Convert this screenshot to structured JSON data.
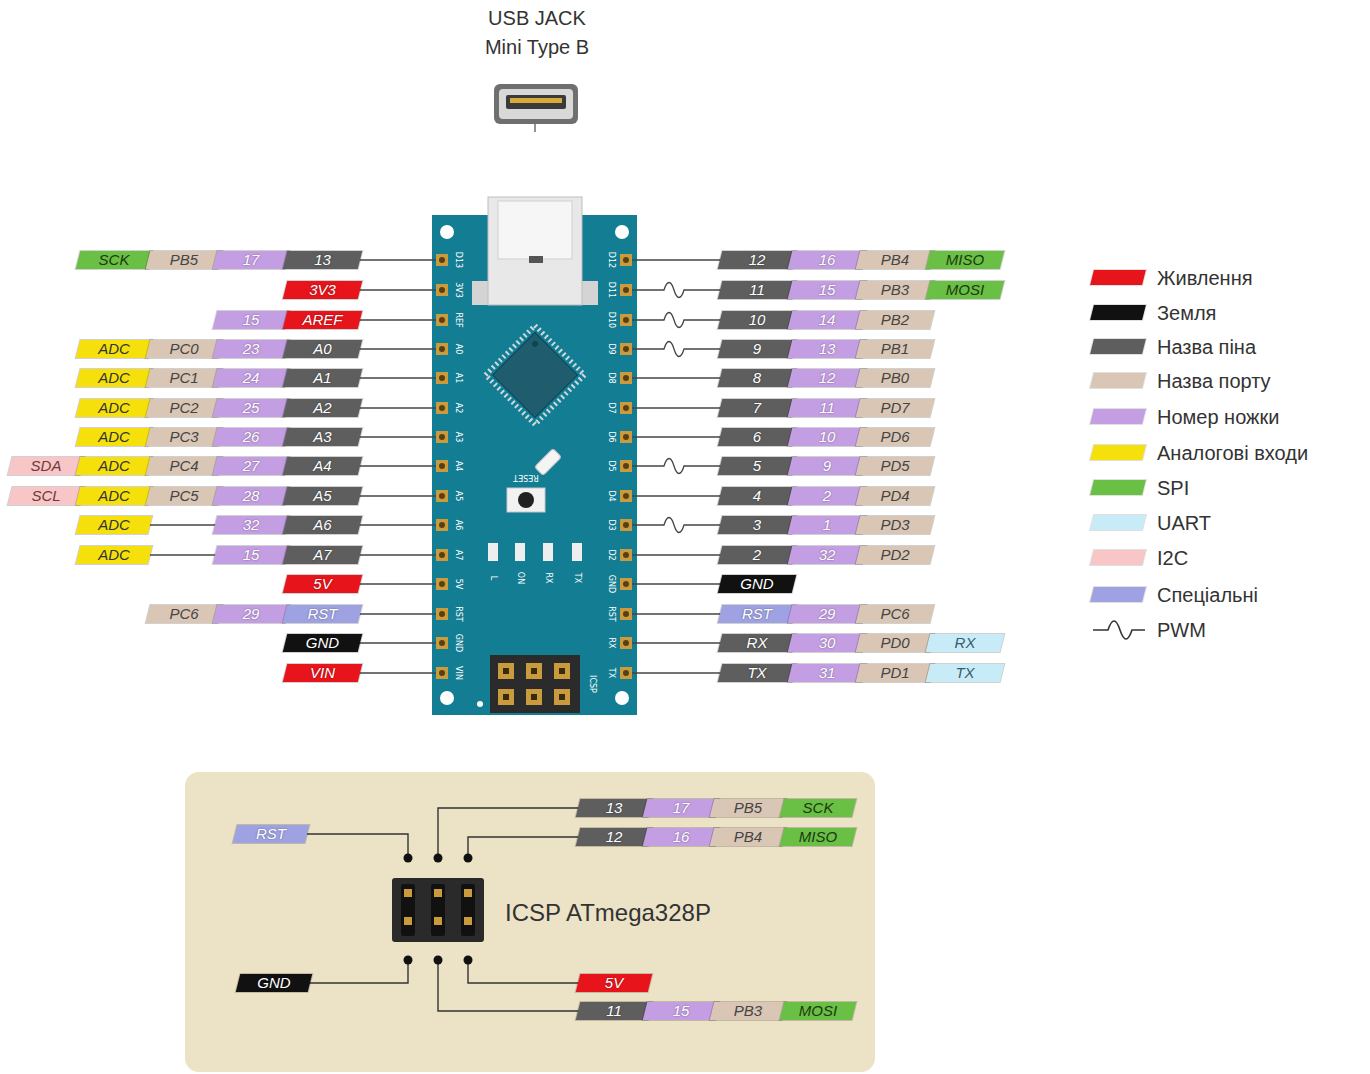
{
  "diagram": {
    "title": "USB JACK Mini Type B",
    "nodes": [
      {
        "text": [
          "ICSP ATmega328P"
        ]
      }
    ],
    "labels": [
      "SCK",
      "PB5",
      "17",
      "13",
      "12",
      "16",
      "PB4",
      "MISO",
      "3V3",
      "11",
      "15",
      "PB3",
      "MOSI",
      "15",
      "AREF",
      "10",
      "14",
      "PB2",
      "ADC",
      "PC0",
      "23",
      "A0",
      "9",
      "13",
      "PB1",
      "ADC",
      "PC1",
      "24",
      "A1",
      "8",
      "12",
      "PB0",
      "ADC",
      "PC2",
      "25",
      "A2",
      "7",
      "11",
      "PD7",
      "ADC",
      "PC3",
      "26",
      "A3",
      "6",
      "10",
      "PD6",
      "SDA",
      "ADC",
      "PC4",
      "27",
      "A4",
      "5",
      "9",
      "PD5",
      "SCL",
      "ADC",
      "PC5",
      "28",
      "A5",
      "4",
      "2",
      "PD4",
      "ADC",
      "32",
      "A6",
      "3",
      "1",
      "PD3",
      "ADC",
      "15",
      "A7",
      "2",
      "32",
      "PD2",
      "5V",
      "GND",
      "PC6",
      "29",
      "RST",
      "RST",
      "29",
      "PC6",
      "GND",
      "RX",
      "30",
      "PD0",
      "RX",
      "VIN",
      "TX",
      "31",
      "PD1",
      "TX",
      "D13",
      "3V3",
      "REF",
      "A0",
      "A1",
      "A2",
      "A3",
      "A4",
      "A5",
      "A6",
      "A7",
      "5V",
      "RST",
      "GND",
      "VIN",
      "D12",
      "D11",
      "D10",
      "D9",
      "D8",
      "D7",
      "D6",
      "D5",
      "D4",
      "D3",
      "D2",
      "GND",
      "RST",
      "RX",
      "TX",
      "RESET",
      "L",
      "ON",
      "RX",
      "TX",
      "ICSP",
      "13",
      "17",
      "PB5",
      "SCK",
      "RST",
      "12",
      "16",
      "PB4",
      "MISO",
      "GND",
      "5V",
      "11",
      "15",
      "PB3",
      "MOSI"
    ],
    "legend": [
      {
        "text": "Живлення",
        "color": "#e8141b"
      },
      {
        "text": "Земля",
        "color": "#111111"
      },
      {
        "text": "Назва піна",
        "color": "#5e5e5e"
      },
      {
        "text": "Назва порту",
        "color": "#d9c6b5"
      },
      {
        "text": "Номер ножки",
        "color": "#c49ee2"
      },
      {
        "text": "Аналогові входи",
        "color": "#f5e00c"
      },
      {
        "text": "SPI",
        "color": "#6abf45"
      },
      {
        "text": "UART",
        "color": "#c8ecf7"
      },
      {
        "text": "I2C",
        "color": "#f8c6c6"
      },
      {
        "text": "Спеціальні",
        "color": "#9ea2e2"
      },
      {
        "text": "PWM"
      }
    ]
  }
}
